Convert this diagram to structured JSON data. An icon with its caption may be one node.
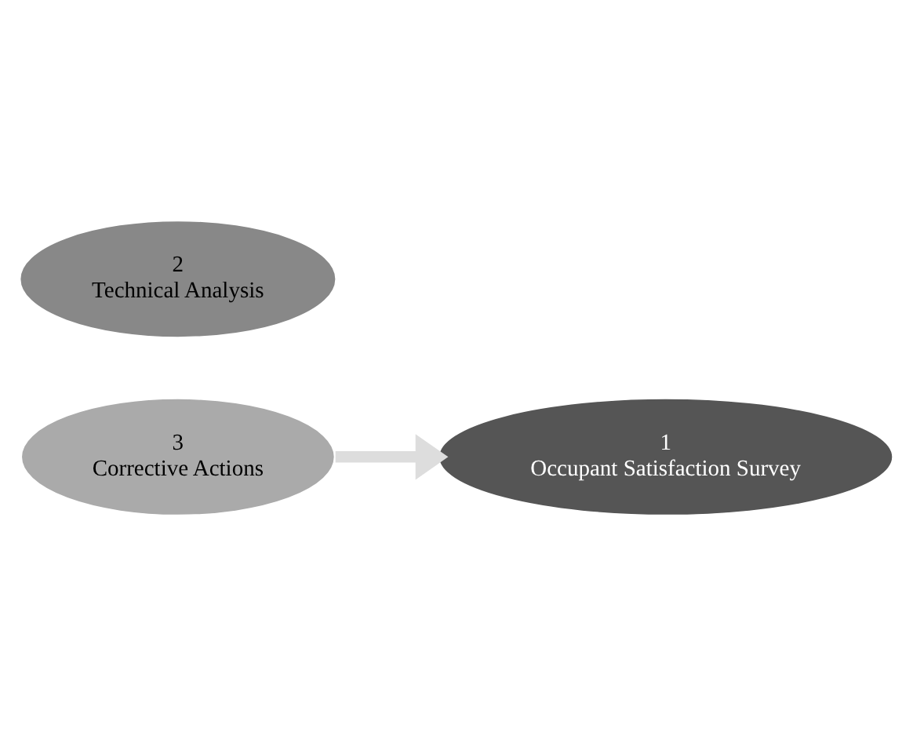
{
  "diagram": {
    "nodes": [
      {
        "text": [
          "1",
          "Occupant Satisfaction Survey"
        ]
      },
      {
        "text": [
          "2",
          "Technical Analysis"
        ]
      },
      {
        "text": [
          "3",
          "Corrective Actions"
        ]
      }
    ],
    "edges": [
      {
        "from": 2,
        "to": 0,
        "arrow": "to"
      }
    ]
  }
}
